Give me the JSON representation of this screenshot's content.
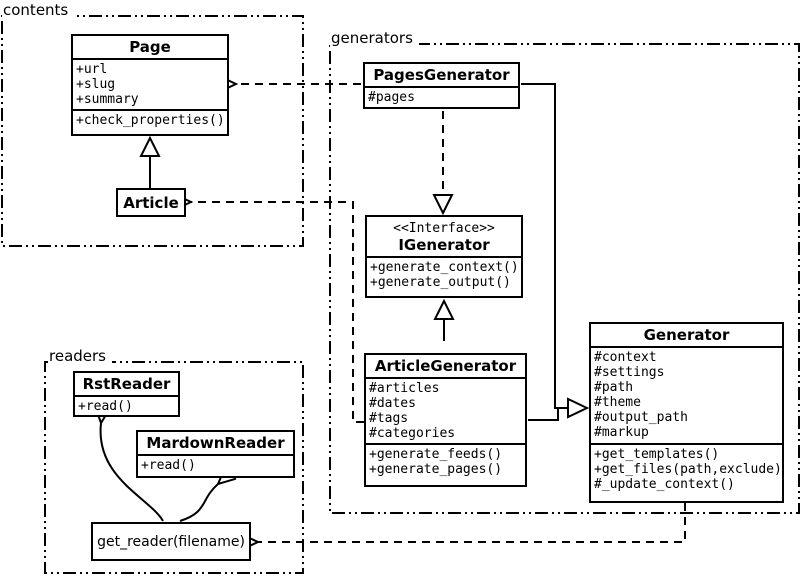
{
  "packages": {
    "contents": {
      "label": "contents"
    },
    "generators": {
      "label": "generators"
    },
    "readers": {
      "label": "readers"
    }
  },
  "classes": {
    "page": {
      "name": "Page",
      "attributes": [
        "+url",
        "+slug",
        "+summary"
      ],
      "methods": [
        "+check_properties()"
      ]
    },
    "article": {
      "name": "Article"
    },
    "pages_generator": {
      "name": "PagesGenerator",
      "attributes": [
        "#pages"
      ]
    },
    "igenerator": {
      "stereotype": "<<Interface>>",
      "name": "IGenerator",
      "methods": [
        "+generate_context()",
        "+generate_output()"
      ]
    },
    "article_generator": {
      "name": "ArticleGenerator",
      "attributes": [
        "#articles",
        "#dates",
        "#tags",
        "#categories"
      ],
      "methods": [
        "+generate_feeds()",
        "+generate_pages()"
      ]
    },
    "generator": {
      "name": "Generator",
      "attributes": [
        "#context",
        "#settings",
        "#path",
        "#theme",
        "#output_path",
        "#markup"
      ],
      "methods": [
        "+get_templates()",
        "+get_files(path,exclude)",
        "#_update_context()"
      ]
    },
    "rst_reader": {
      "name": "RstReader",
      "methods": [
        "+read()"
      ]
    },
    "mardown_reader": {
      "name": "MardownReader",
      "methods": [
        "+read()"
      ]
    },
    "get_reader": {
      "name": "get_reader(filename)"
    }
  },
  "relationships": [
    {
      "from": "Article",
      "to": "Page",
      "type": "inheritance"
    },
    {
      "from": "PagesGenerator",
      "to": "Page",
      "type": "dependency"
    },
    {
      "from": "ArticleGenerator",
      "to": "Article",
      "type": "dependency"
    },
    {
      "from": "PagesGenerator",
      "to": "IGenerator",
      "type": "realization"
    },
    {
      "from": "ArticleGenerator",
      "to": "IGenerator",
      "type": "inheritance"
    },
    {
      "from": "PagesGenerator",
      "to": "Generator",
      "type": "inheritance"
    },
    {
      "from": "ArticleGenerator",
      "to": "Generator",
      "type": "inheritance"
    },
    {
      "from": "Generator",
      "to": "get_reader(filename)",
      "type": "dependency"
    },
    {
      "from": "get_reader(filename)",
      "to": "RstReader",
      "type": "arrow"
    },
    {
      "from": "get_reader(filename)",
      "to": "MardownReader",
      "type": "arrow"
    }
  ],
  "colors": {
    "stroke": "#000000",
    "background": "#ffffff"
  }
}
